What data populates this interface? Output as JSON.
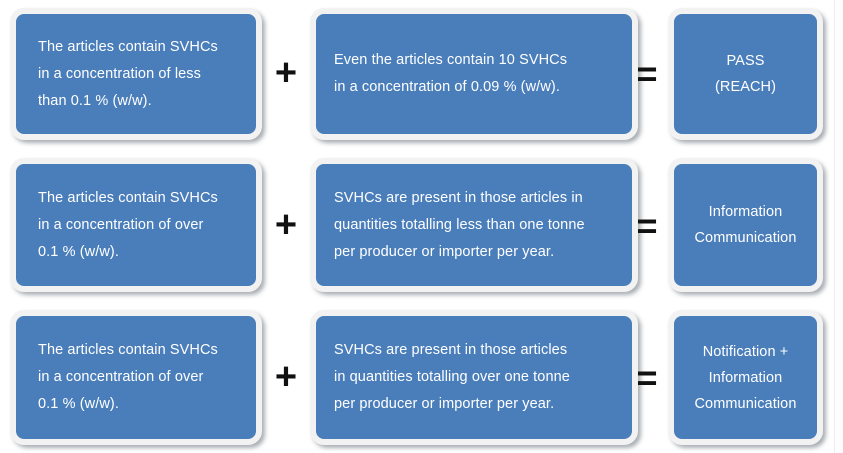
{
  "diagram": {
    "background_color": "#ffffff",
    "node_fill_color": "#4a7ebb",
    "node_border_color": "#f2f2f2",
    "node_text_color": "#ffffff",
    "operator_color": "#111111",
    "operators": {
      "plus": "+",
      "equals": "="
    },
    "rows": [
      {
        "condition": {
          "lines": [
            "The articles contain SVHCs",
            "in a concentration of less",
            "than 0.1 % (w/w)."
          ]
        },
        "operator_1": "+",
        "quantity": {
          "lines": [
            "Even the articles contain 10 SVHCs",
            "in a concentration of 0.09 % (w/w)."
          ]
        },
        "operator_2": "=",
        "outcome": {
          "lines": [
            "PASS",
            "(REACH)"
          ]
        }
      },
      {
        "condition": {
          "lines": [
            "The articles contain SVHCs",
            "in a concentration of over",
            "0.1 % (w/w)."
          ]
        },
        "operator_1": "+",
        "quantity": {
          "lines": [
            "SVHCs are present in those articles in",
            "quantities totalling less than one tonne",
            "per producer or importer per year."
          ]
        },
        "operator_2": "=",
        "outcome": {
          "lines": [
            "Information",
            "Communication"
          ]
        }
      },
      {
        "condition": {
          "lines": [
            "The articles contain SVHCs",
            "in a concentration of over",
            "0.1 % (w/w)."
          ]
        },
        "operator_1": "+",
        "quantity": {
          "lines": [
            "SVHCs are present in those articles",
            "in quantities totalling over one tonne",
            "per producer or importer per year."
          ]
        },
        "operator_2": "=",
        "outcome": {
          "lines": [
            "Notification +",
            "Information",
            "Communication"
          ]
        }
      }
    ]
  }
}
